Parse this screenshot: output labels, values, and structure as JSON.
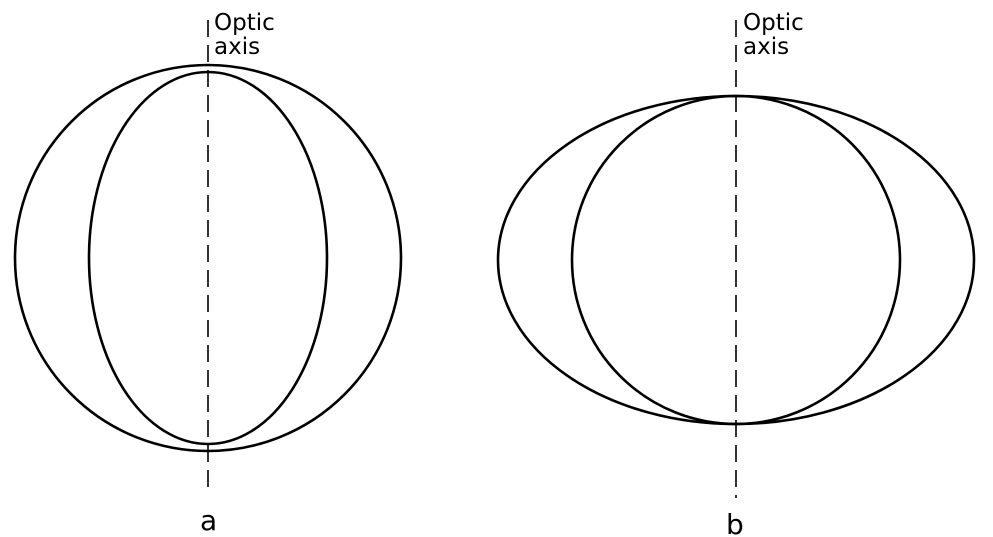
{
  "panels": [
    {
      "label": "a",
      "axis_label_line1": "Optic",
      "axis_label_line2": "axis"
    },
    {
      "label": "b",
      "axis_label_line1": "Optic",
      "axis_label_line2": "axis"
    }
  ],
  "colors": {
    "stroke": "#000000",
    "background": "#ffffff"
  }
}
